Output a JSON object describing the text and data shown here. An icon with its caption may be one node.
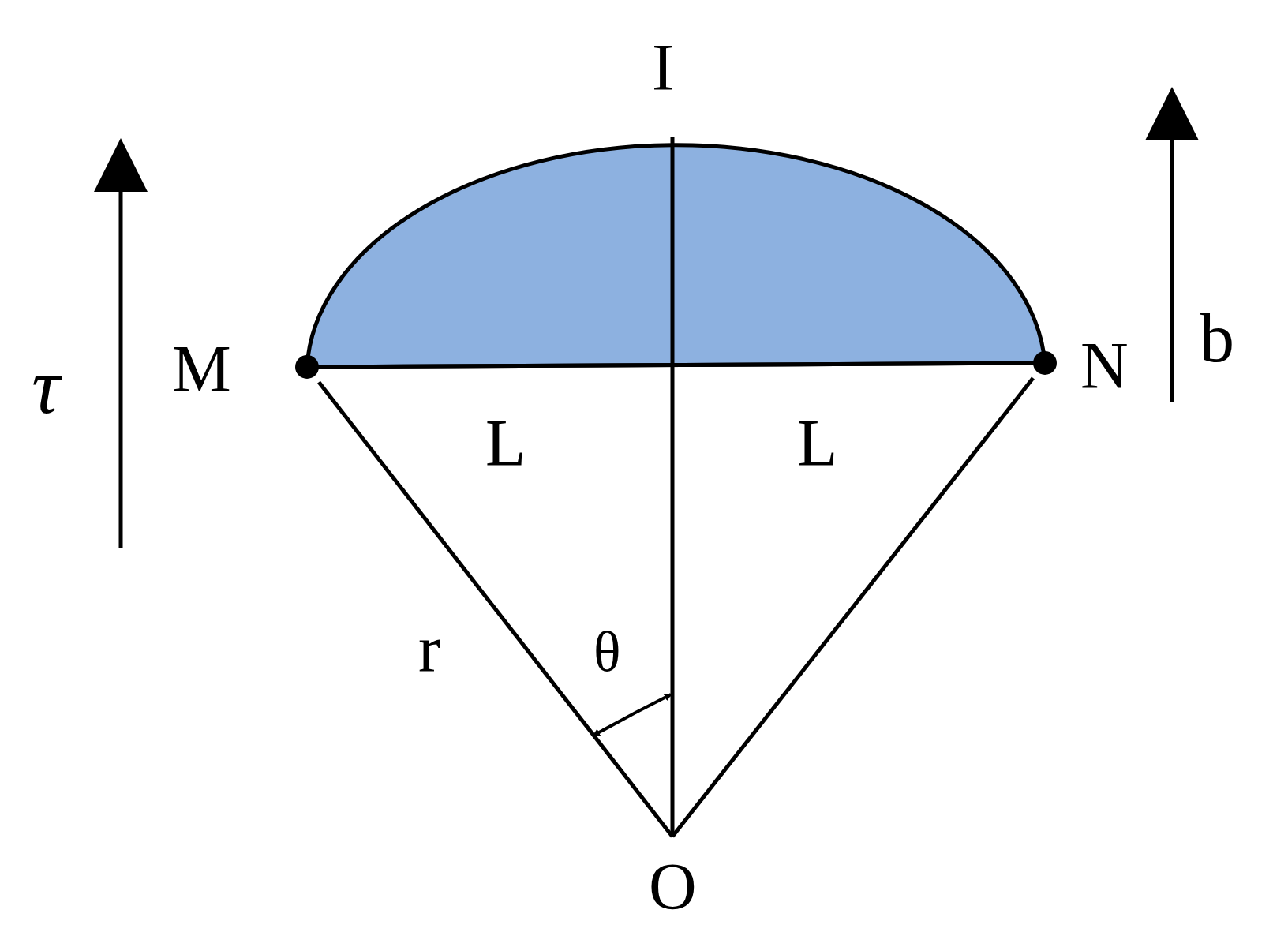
{
  "diagram": {
    "nodes": [
      {
        "text": [
          "I"
        ]
      },
      {
        "text": [
          "M"
        ]
      },
      {
        "text": [
          "N"
        ]
      },
      {
        "text": [
          "O"
        ]
      }
    ],
    "edges": [
      {
        "from": 1,
        "to": 2,
        "arrow": "none"
      },
      {
        "from": 0,
        "to": 3,
        "arrow": "none"
      },
      {
        "from": 1,
        "to": 3,
        "arrow": "none"
      },
      {
        "from": 2,
        "to": 3,
        "arrow": "none"
      }
    ],
    "labels": [
      "τ",
      "b",
      "L",
      "L",
      "r",
      "θ"
    ]
  }
}
